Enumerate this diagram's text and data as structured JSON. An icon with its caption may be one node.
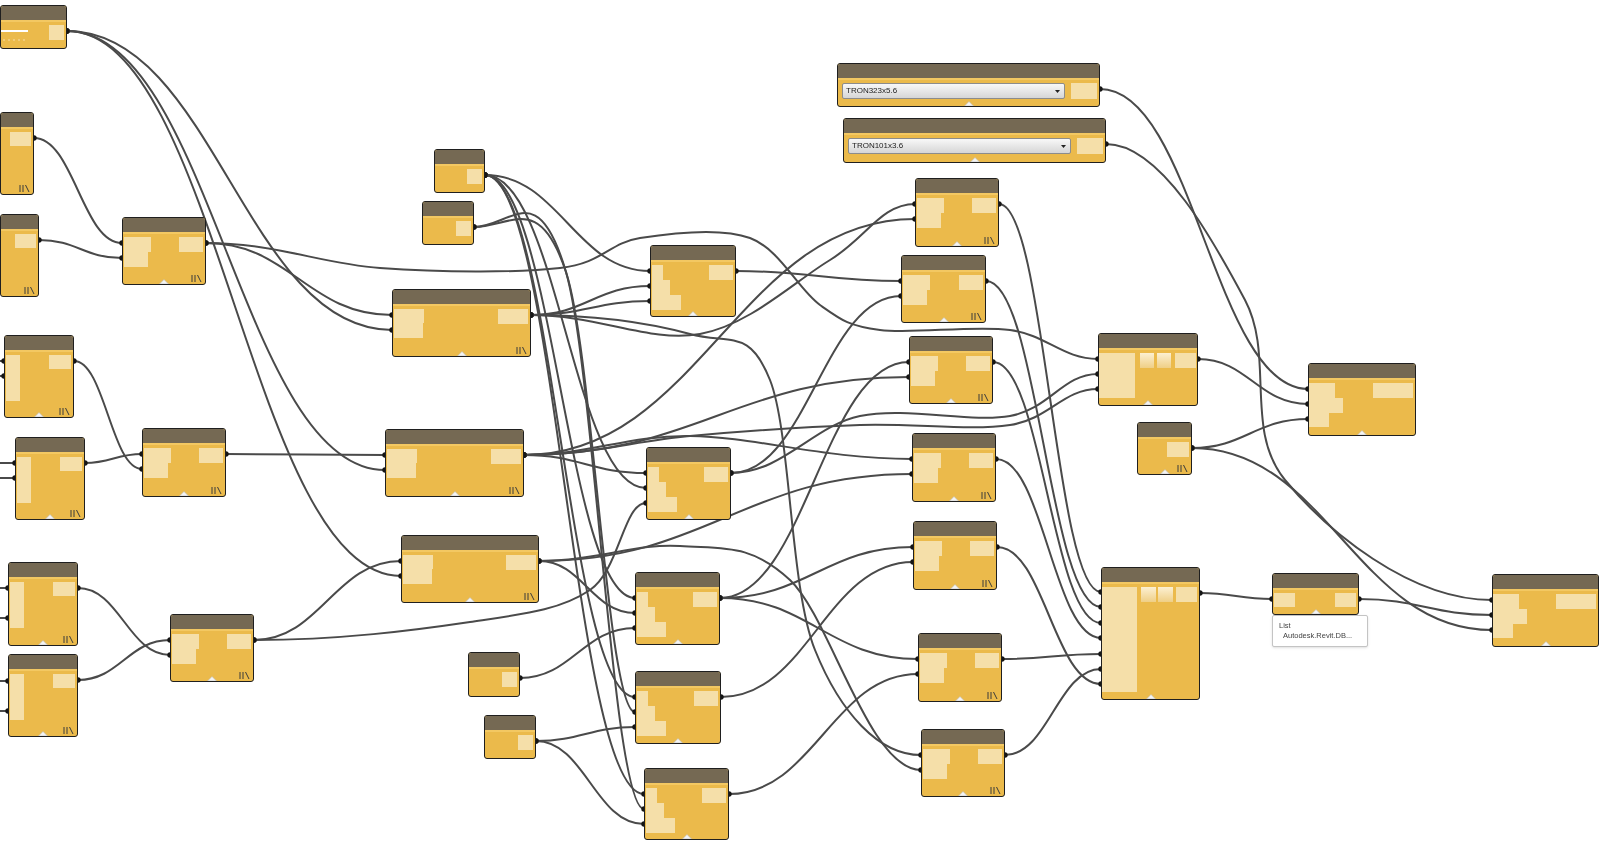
{
  "diagram": {
    "nodes": [
      {
        "text": [],
        "shape": "box"
      },
      {
        "text": [],
        "shape": "box"
      },
      {
        "text": [],
        "shape": "box"
      },
      {
        "text": [],
        "shape": "box"
      },
      {
        "text": [],
        "shape": "box"
      },
      {
        "text": [],
        "shape": "box"
      },
      {
        "text": [],
        "shape": "box"
      },
      {
        "text": [],
        "shape": "box"
      },
      {
        "text": [],
        "shape": "box"
      },
      {
        "text": [],
        "shape": "box"
      },
      {
        "text": [],
        "shape": "box"
      },
      {
        "text": [],
        "shape": "box"
      },
      {
        "text": [],
        "shape": "box"
      },
      {
        "text": [],
        "shape": "box"
      },
      {
        "text": [],
        "shape": "box"
      },
      {
        "text": [],
        "shape": "box"
      },
      {
        "text": [],
        "shape": "box"
      },
      {
        "text": [],
        "shape": "box"
      },
      {
        "text": [],
        "shape": "box"
      },
      {
        "text": [],
        "shape": "box"
      },
      {
        "text": [],
        "shape": "box"
      },
      {
        "text": [],
        "shape": "box"
      },
      {
        "text": [
          "TRON323x5.6"
        ]
      },
      {
        "text": [
          "TRON101x3.6"
        ]
      },
      {
        "text": [],
        "shape": "box"
      },
      {
        "text": [],
        "shape": "box"
      },
      {
        "text": [],
        "shape": "box"
      },
      {
        "text": [],
        "shape": "box"
      },
      {
        "text": [],
        "shape": "box"
      },
      {
        "text": [],
        "shape": "box"
      },
      {
        "text": [],
        "shape": "box"
      },
      {
        "text": [],
        "shape": "box"
      },
      {
        "text": [],
        "shape": "box"
      },
      {
        "text": [],
        "shape": "box"
      },
      {
        "text": [],
        "shape": "box",
        "beside": [
          "List",
          "Autodesk.Revit.DB..."
        ]
      },
      {
        "text": [],
        "shape": "box"
      },
      {
        "text": [],
        "shape": "box"
      }
    ],
    "edges": [
      {
        "from": 1,
        "to": 3,
        "arrow": "other"
      },
      {
        "from": 2,
        "to": 3,
        "arrow": "other"
      },
      {
        "from": 5,
        "to": 6,
        "arrow": "other"
      },
      {
        "from": 4,
        "to": 6,
        "arrow": "other"
      },
      {
        "from": 6,
        "to": 13,
        "arrow": "other"
      },
      {
        "from": 0,
        "to": 13,
        "arrow": "other"
      },
      {
        "from": 3,
        "to": 12,
        "arrow": "other"
      },
      {
        "from": 0,
        "to": 12,
        "arrow": "other"
      },
      {
        "from": 8,
        "to": 9,
        "arrow": "other"
      },
      {
        "from": 7,
        "to": 9,
        "arrow": "other"
      },
      {
        "from": 9,
        "to": 14,
        "arrow": "other"
      },
      {
        "from": 0,
        "to": 14,
        "arrow": "other"
      },
      {
        "from": 10,
        "to": 17,
        "arrow": "other"
      },
      {
        "from": 12,
        "to": 17,
        "arrow": "other"
      },
      {
        "from": 12,
        "to": 17,
        "arrow": "other"
      },
      {
        "from": 13,
        "to": 18,
        "arrow": "other"
      },
      {
        "from": 10,
        "to": 18,
        "arrow": "other"
      },
      {
        "from": 9,
        "to": 18,
        "arrow": "other"
      },
      {
        "from": 10,
        "to": 19,
        "arrow": "other"
      },
      {
        "from": 14,
        "to": 19,
        "arrow": "other"
      },
      {
        "from": 15,
        "to": 19,
        "arrow": "other"
      },
      {
        "from": 10,
        "to": 20,
        "arrow": "other"
      },
      {
        "from": 11,
        "to": 20,
        "arrow": "other"
      },
      {
        "from": 16,
        "to": 20,
        "arrow": "other"
      },
      {
        "from": 10,
        "to": 21,
        "arrow": "other"
      },
      {
        "from": 11,
        "to": 21,
        "arrow": "other"
      },
      {
        "from": 16,
        "to": 21,
        "arrow": "other"
      },
      {
        "from": 12,
        "to": 24,
        "arrow": "other"
      },
      {
        "from": 13,
        "to": 24,
        "arrow": "other"
      },
      {
        "from": 17,
        "to": 25,
        "arrow": "other"
      },
      {
        "from": 18,
        "to": 25,
        "arrow": "other"
      },
      {
        "from": 19,
        "to": 26,
        "arrow": "other"
      },
      {
        "from": 13,
        "to": 26,
        "arrow": "other"
      },
      {
        "from": 13,
        "to": 27,
        "arrow": "other"
      },
      {
        "from": 14,
        "to": 27,
        "arrow": "other"
      },
      {
        "from": 19,
        "to": 28,
        "arrow": "other"
      },
      {
        "from": 20,
        "to": 28,
        "arrow": "other"
      },
      {
        "from": 19,
        "to": 29,
        "arrow": "other"
      },
      {
        "from": 21,
        "to": 29,
        "arrow": "other"
      },
      {
        "from": 12,
        "to": 30,
        "arrow": "other"
      },
      {
        "from": 14,
        "to": 30,
        "arrow": "other"
      },
      {
        "from": 3,
        "to": 31,
        "arrow": "other"
      },
      {
        "from": 18,
        "to": 31,
        "arrow": "other"
      },
      {
        "from": 13,
        "to": 31,
        "arrow": "other"
      },
      {
        "from": 24,
        "to": 33,
        "arrow": "other"
      },
      {
        "from": 25,
        "to": 33,
        "arrow": "other"
      },
      {
        "from": 26,
        "to": 33,
        "arrow": "other"
      },
      {
        "from": 27,
        "to": 33,
        "arrow": "other"
      },
      {
        "from": 29,
        "to": 33,
        "arrow": "other"
      },
      {
        "from": 30,
        "to": 33,
        "arrow": "other"
      },
      {
        "from": 28,
        "to": 33,
        "arrow": "other"
      },
      {
        "from": 33,
        "to": 34,
        "arrow": "other"
      },
      {
        "from": 22,
        "to": 35,
        "arrow": "other"
      },
      {
        "from": 31,
        "to": 35,
        "arrow": "other"
      },
      {
        "from": 32,
        "to": 35,
        "arrow": "other"
      },
      {
        "from": 23,
        "to": 36,
        "arrow": "other"
      },
      {
        "from": 34,
        "to": 36,
        "arrow": "other"
      },
      {
        "from": 32,
        "to": 36,
        "arrow": "other"
      },
      {
        "from": null,
        "to": 5,
        "arrow": "other"
      },
      {
        "from": null,
        "to": 5,
        "arrow": "other"
      },
      {
        "from": null,
        "to": 7,
        "arrow": "other"
      },
      {
        "from": null,
        "to": 7,
        "arrow": "other"
      },
      {
        "from": null,
        "to": 8,
        "arrow": "other"
      },
      {
        "from": null,
        "to": 8,
        "arrow": "other"
      },
      {
        "from": null,
        "to": 4,
        "arrow": "other"
      },
      {
        "from": null,
        "to": 4,
        "arrow": "other"
      }
    ]
  }
}
